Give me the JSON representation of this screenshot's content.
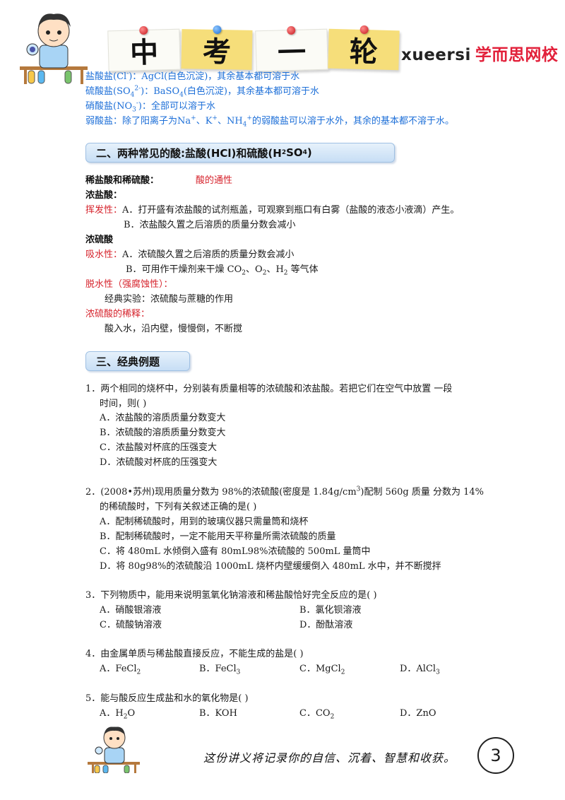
{
  "header": {
    "notes": [
      "中",
      "考",
      "一",
      "轮"
    ],
    "brand_latin": "xueersi",
    "brand_cn": "学而思网校"
  },
  "solubility": {
    "l1_pre": "盐酸盐(Cl",
    "l1_sup": "-",
    "l1_post": ")：AgCl(白色沉淀)，其余基本都可溶于水",
    "l2_pre": "硫酸盐(SO",
    "l2_sub": "4",
    "l2_sup": "2-",
    "l2_post": ")：BaSO",
    "l2_sub2": "4",
    "l2_tail": "(白色沉淀)，其余基本都可溶于水",
    "l3_pre": "硝酸盐(NO",
    "l3_sub": "3",
    "l3_sup": "-",
    "l3_post": ")：全部可以溶于水",
    "l4_a": "弱酸盐：除了阳离子为Na",
    "l4_s1": "+",
    "l4_b": "、K",
    "l4_s2": "+",
    "l4_c": "、NH",
    "l4_sub": "4",
    "l4_s3": "+",
    "l4_d": "的弱酸盐可以溶于水外，其余的基本都不溶于水。"
  },
  "section2": {
    "title_pre": "二、两种常见的酸:盐酸(HCl)和硫酸(H",
    "sub1": "2",
    "mid": "SO",
    "sub2": "4",
    "title_post": ")"
  },
  "acids": {
    "dilute_label": "稀盐酸和稀硫酸：",
    "dilute_value": "酸的通性",
    "conc_hcl": "浓盐酸：",
    "volatility_label": "挥发性：",
    "volatility_a": "A．打开盛有浓盐酸的试剂瓶盖，可观察到瓶口有白雾（盐酸的液态小液滴）产生。",
    "volatility_b": "B．浓盐酸久置之后溶质的质量分数会减小",
    "conc_h2so4": "浓硫酸",
    "absorb_label": "吸水性：",
    "absorb_a": "A．浓硫酸久置之后溶质的质量分数会减小",
    "absorb_b_pre": "B．可用作干燥剂来干燥 CO",
    "absorb_b_s1": "2",
    "absorb_b_mid": "、O",
    "absorb_b_s2": "2",
    "absorb_b_mid2": "、H",
    "absorb_b_s3": "2",
    "absorb_b_post": " 等气体",
    "dehydrate_label": "脱水性（强腐蚀性）：",
    "dehydrate_text": "经典实验：浓硫酸与蔗糖的作用",
    "dilution_label": "浓硫酸的稀释：",
    "dilution_text": "酸入水，沿内壁，慢慢倒，不断搅"
  },
  "section3": {
    "title": "三、经典例题"
  },
  "questions": {
    "q1_l1": "1．两个相同的烧杯中，分别装有质量相等的浓硫酸和浓盐酸。若把它们在空气中放置 一段",
    "q1_l2": "时间，则(            )",
    "q1_a": "A．浓盐酸的溶质质量分数变大",
    "q1_b": "B．浓硫酸的溶质质量分数变大",
    "q1_c": "C．浓盐酸对杯底的压强变大",
    "q1_d": "D．浓硫酸对杯底的压强变大",
    "q2_l1_pre": "2．(2008•苏州)现用质量分数为 98%的浓硫酸(密度是 1.84g/cm",
    "q2_l1_sup": "3",
    "q2_l1_post": ")配制 560g 质量  分数为 14%",
    "q2_l2": "的稀硫酸时，下列有关叙述正确的是(                )",
    "q2_a": "A．配制稀硫酸时，用到的玻璃仪器只需量筒和烧杯",
    "q2_b": "B．配制稀硫酸时，一定不能用天平称量所需浓硫酸的质量",
    "q2_c": "C．将 480mL 水倾倒入盛有 80mL98%浓硫酸的 500mL 量筒中",
    "q2_d": "D．将 80g98%的浓硫酸沿 1000mL 烧杯内壁缓缓倒入 480mL 水中，并不断搅拌",
    "q3_l1": "3．下列物质中，能用来说明氢氧化钠溶液和稀盐酸恰好完全反应的是(             )",
    "q3_a": "A．硝酸银溶液",
    "q3_b": "B．氯化钡溶液",
    "q3_c": "C．硫酸钠溶液",
    "q3_d": "D．酚酞溶液",
    "q4_l1": "4．由金属单质与稀盐酸直接反应，不能生成的盐是(                  )",
    "q4_a": "A．FeCl",
    "q4_a_sub": "2",
    "q4_b": "B．FeCl",
    "q4_b_sub": "3",
    "q4_c": "C．MgCl",
    "q4_c_sub": "2",
    "q4_d": "D．AlCl",
    "q4_d_sub": "3",
    "q5_l1": "5．能与酸反应生成盐和水的氧化物是(                  )",
    "q5_a": "A．H",
    "q5_a_sub": "2",
    "q5_a_post": "O",
    "q5_b": "B．KOH",
    "q5_c": "C．CO",
    "q5_c_sub": "2",
    "q5_d": "D．ZnO"
  },
  "footer": {
    "motto": "这份讲义将记录你的自信、沉着、智慧和收获。",
    "page_number": "3"
  },
  "colors": {
    "blue_text": "#1d6fd8",
    "red_text": "#d6232c",
    "banner": "#c7def5"
  }
}
